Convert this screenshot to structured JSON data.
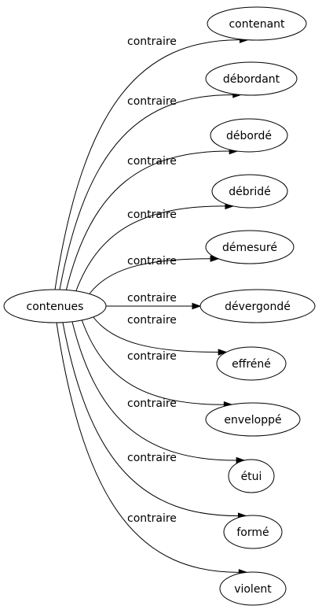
{
  "graph": {
    "source": "contenues",
    "edge_label": "contraire",
    "targets": [
      "contenant",
      "débordant",
      "débordé",
      "débridé",
      "démesuré",
      "dévergondé",
      "effréné",
      "enveloppé",
      "étui",
      "formé",
      "violent"
    ]
  }
}
